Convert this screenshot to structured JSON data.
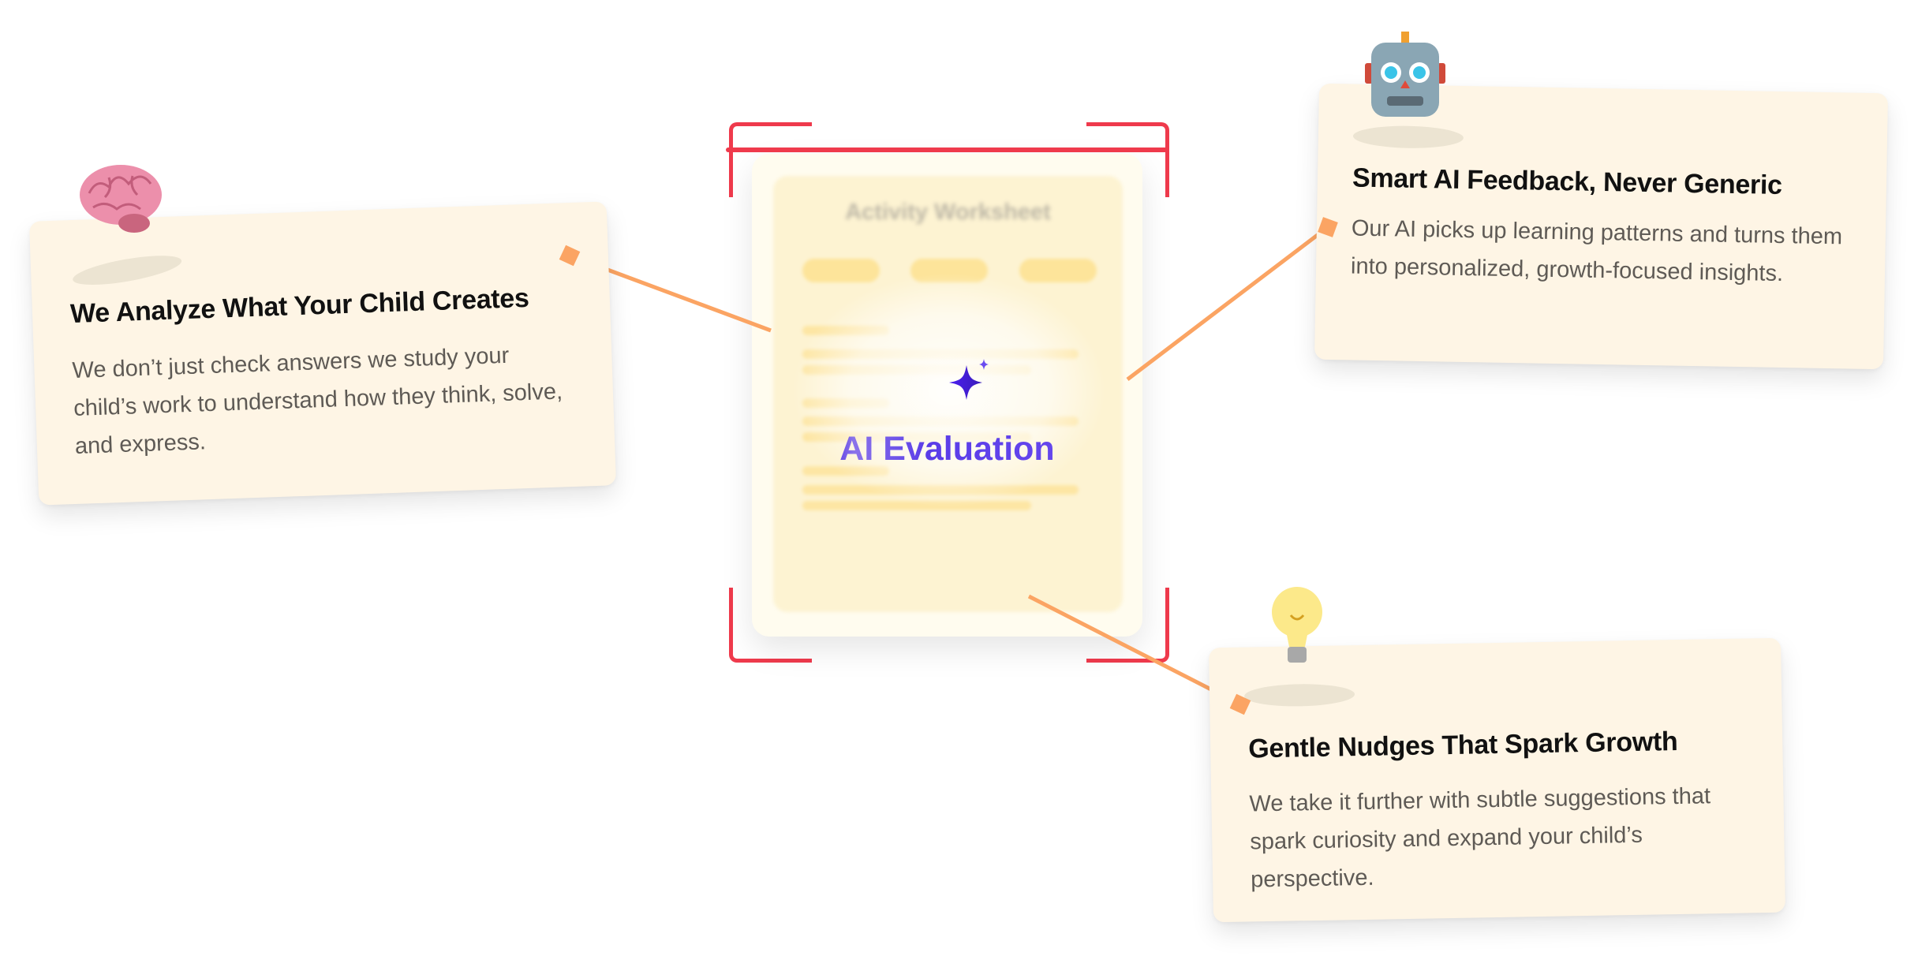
{
  "center": {
    "worksheet_title": "Activity Worksheet",
    "label": "AI Evaluation",
    "icon": "sparkle-icon"
  },
  "cards": [
    {
      "icon": "brain-icon",
      "title": "We Analyze What Your Child Creates",
      "body": "We don’t just check answers we study your child’s work to understand how they think, solve, and express."
    },
    {
      "icon": "robot-icon",
      "title": "Smart AI Feedback, Never Generic",
      "body": "Our AI picks up learning patterns and turns them into personalized, growth-focused insights."
    },
    {
      "icon": "lightbulb-icon",
      "title": "Gentle Nudges That Spark Growth",
      "body": "We take it further with subtle suggestions that spark curiosity and expand your child’s perspective."
    }
  ],
  "colors": {
    "card_bg": "#fef5e5",
    "connector": "#fba463",
    "scan_frame": "#ef3a4c",
    "accent": "#3a18e0"
  }
}
